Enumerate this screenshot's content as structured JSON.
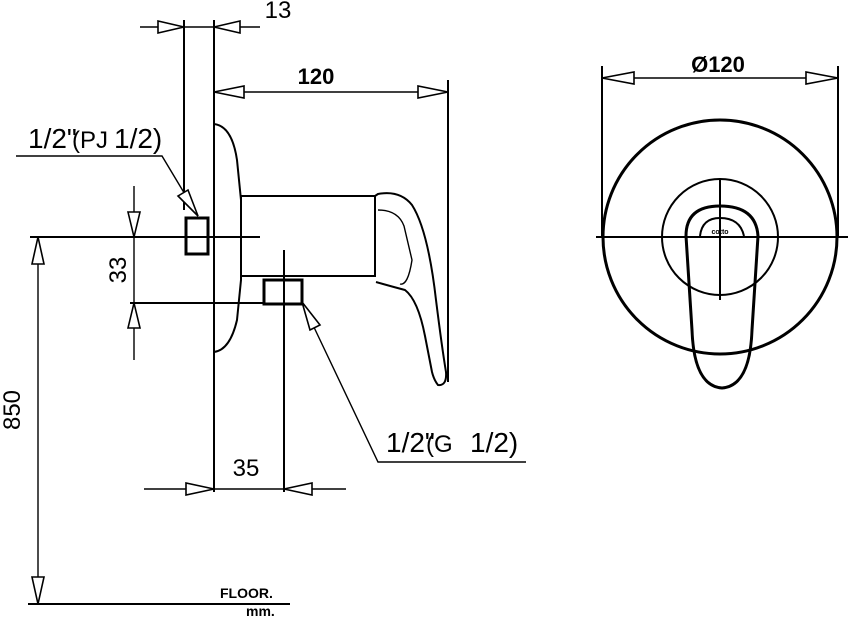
{
  "dimensions": {
    "top_width": "13",
    "depth": "120",
    "inlet_spacing": "33",
    "outlet_offset": "35",
    "height_from_floor": "850",
    "cover_diameter": "Ø120"
  },
  "notes": {
    "inlet_frac": "1/2\"",
    "inlet_thread": "(PJ",
    "inlet_thread_frac": "1/2)",
    "outlet_frac": "1/2\"",
    "outlet_thread": "(G",
    "outlet_thread_frac": "1/2)"
  },
  "floor": {
    "label": "FLOOR.",
    "unit": "mm."
  },
  "brand_mark": "cotto"
}
